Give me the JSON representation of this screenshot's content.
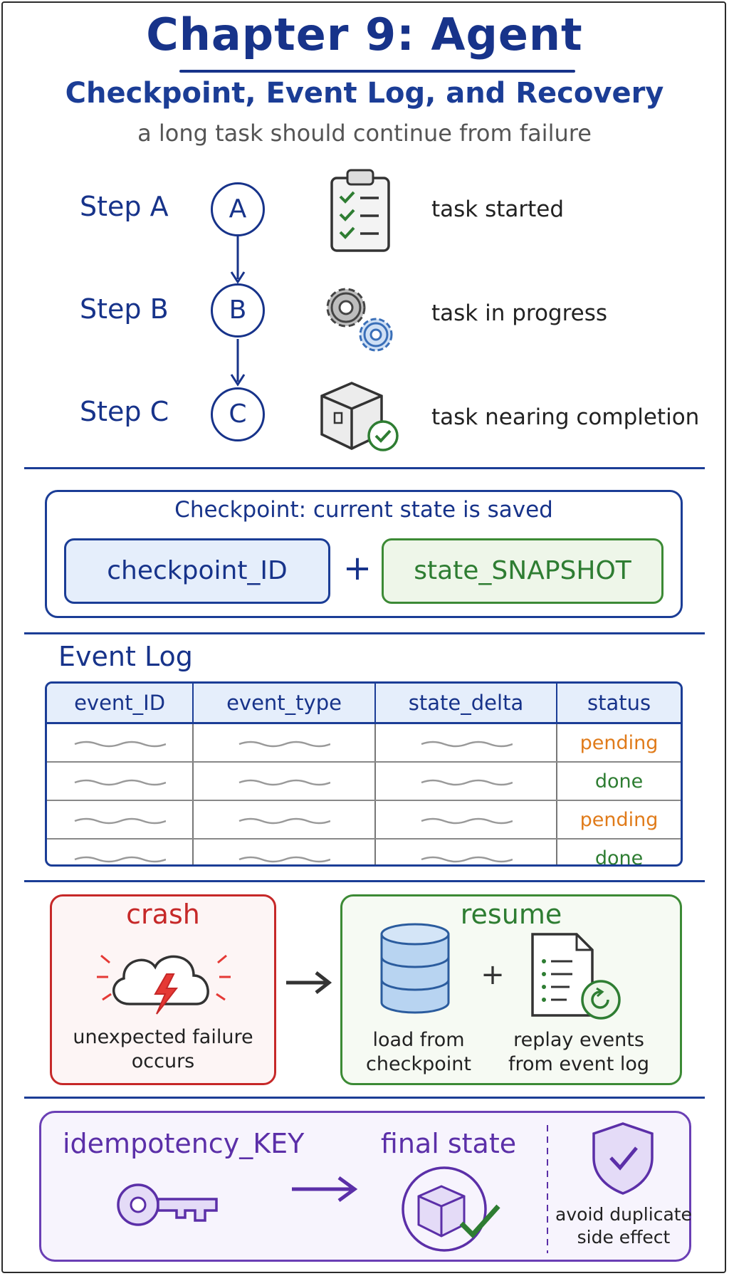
{
  "header": {
    "title": "Chapter 9: Agent",
    "subtitle": "Checkpoint, Event Log, and Recovery",
    "tagline": "a long task should continue from failure"
  },
  "steps": [
    {
      "label": "Step A",
      "node": "A",
      "icon": "clipboard-checklist-icon",
      "description": "task started"
    },
    {
      "label": "Step B",
      "node": "B",
      "icon": "gears-icon",
      "description": "task in progress"
    },
    {
      "label": "Step C",
      "node": "C",
      "icon": "box-check-icon",
      "description": "task nearing completion"
    }
  ],
  "checkpoint": {
    "title": "Checkpoint: current state is saved",
    "id_label": "checkpoint_ID",
    "plus": "+",
    "snapshot_label": "state_SNAPSHOT"
  },
  "event_log": {
    "title": "Event Log",
    "columns": [
      "event_ID",
      "event_type",
      "state_delta",
      "status"
    ],
    "statuses": [
      "pending",
      "done",
      "pending",
      "done"
    ]
  },
  "crash": {
    "title": "crash",
    "icon": "storm-cloud-lightning-icon",
    "caption_line1": "unexpected failure",
    "caption_line2": "occurs"
  },
  "resume": {
    "title": "resume",
    "plus": "+",
    "load_line1": "load from",
    "load_line2": "checkpoint",
    "replay_line1": "replay events",
    "replay_line2": "from event log"
  },
  "idempotency": {
    "key_label": "idempotency_KEY",
    "final_label": "final state",
    "note_line1": "avoid duplicate",
    "note_line2": "side effect"
  },
  "colors": {
    "navy": "#17338a",
    "green": "#2e7d32",
    "red": "#c62828",
    "orange": "#e07b1a",
    "purple": "#5b2fa8"
  }
}
